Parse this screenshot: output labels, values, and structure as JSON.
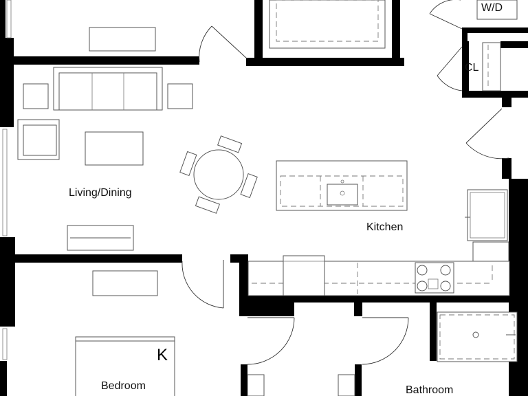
{
  "rooms": {
    "living_dining": "Living/Dining",
    "kitchen": "Kitchen",
    "bedroom": "Bedroom",
    "bathroom": "Bathroom",
    "closet": "CL",
    "washer_dryer": "W/D"
  },
  "bed_size_mark": "K"
}
